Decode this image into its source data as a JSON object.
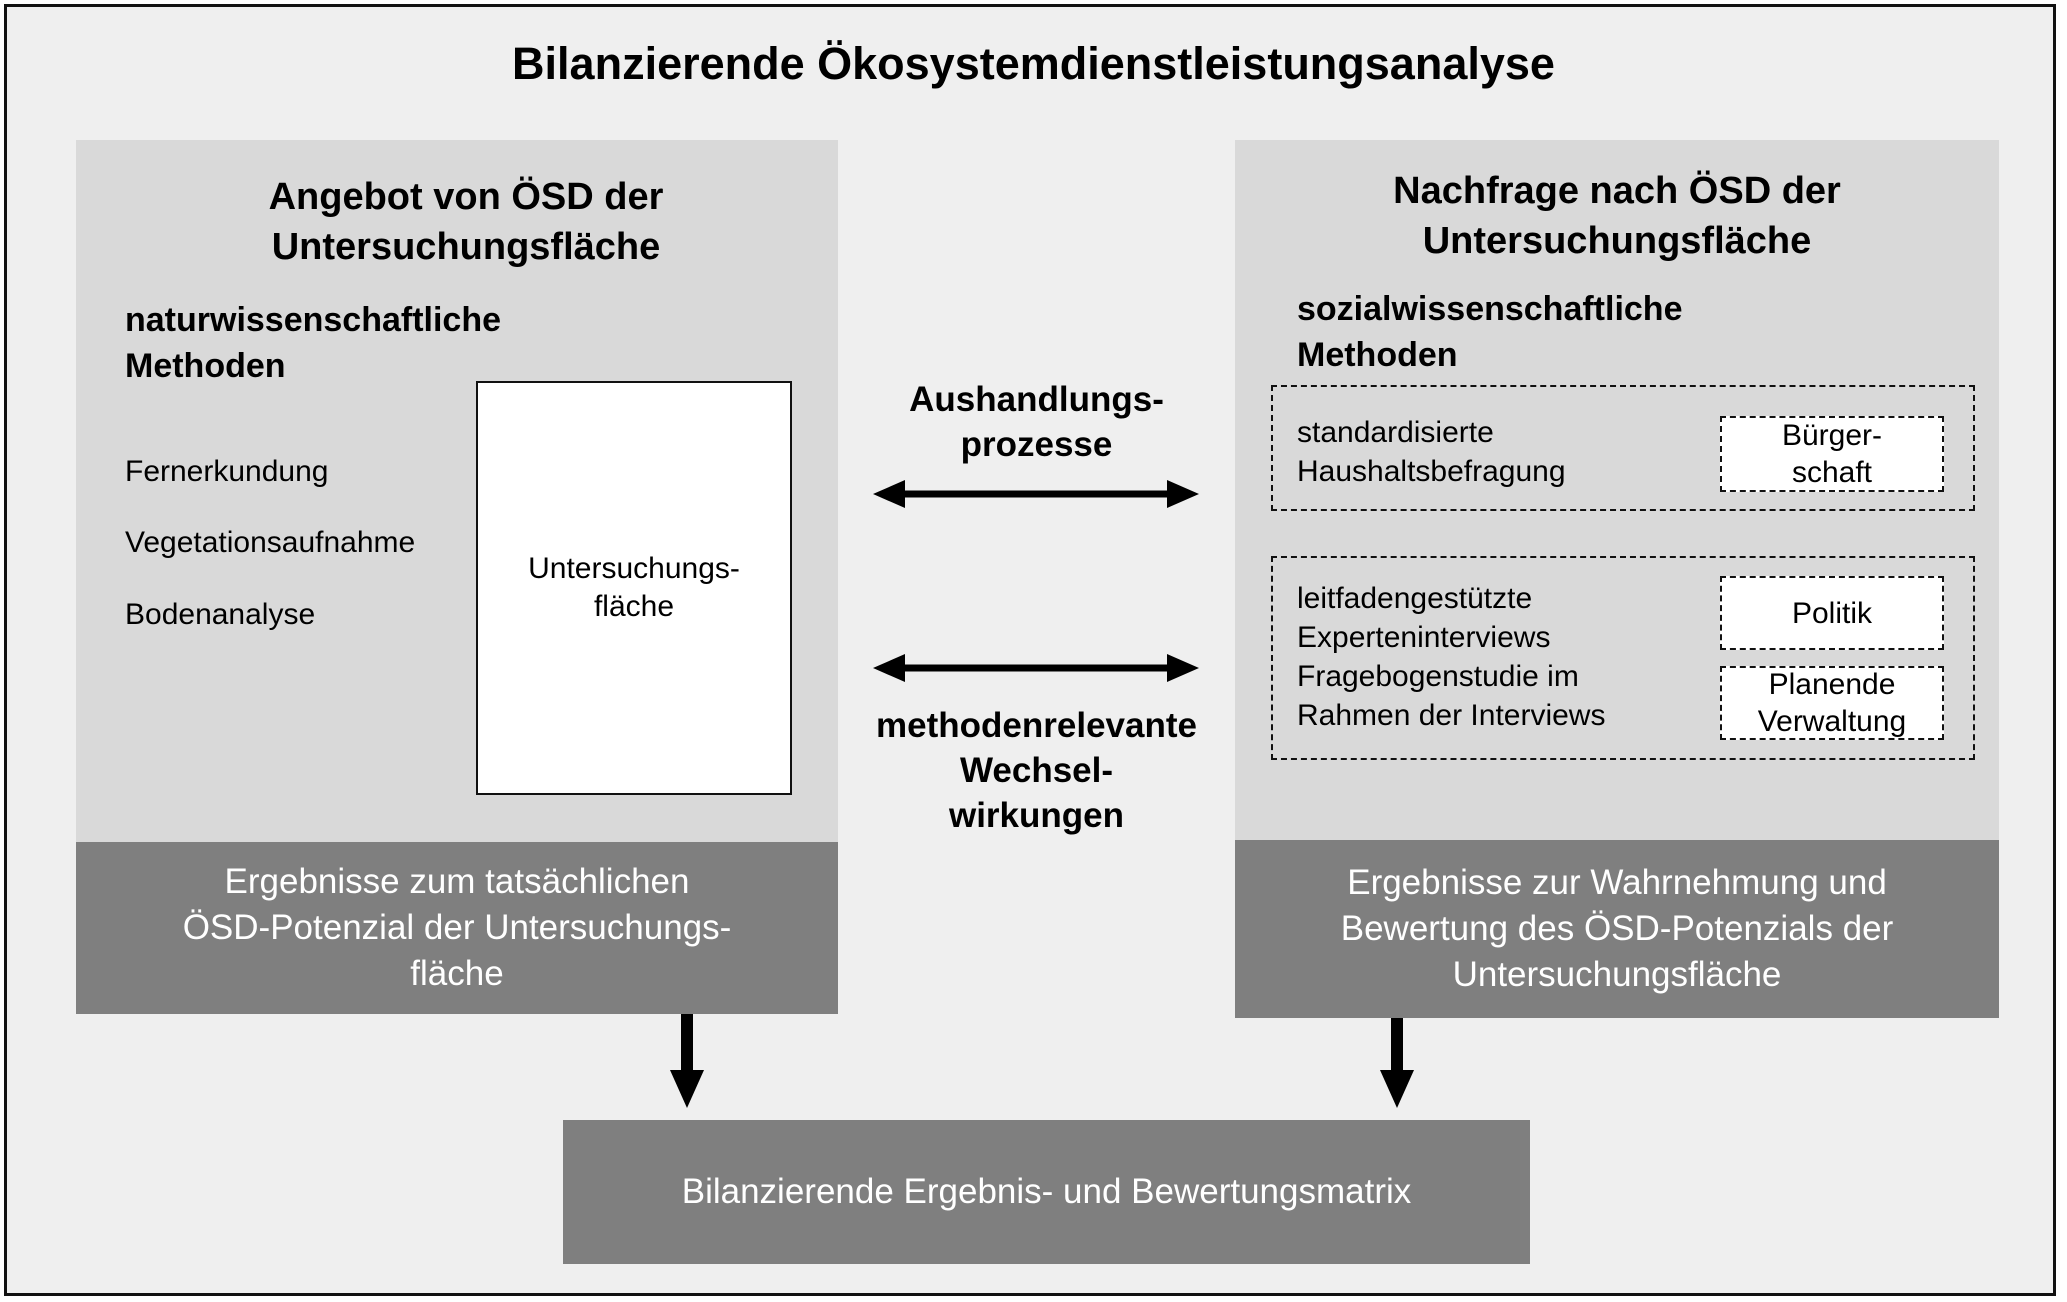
{
  "title": "Bilanzierende Ökosystemdienstleistungsanalyse",
  "left": {
    "heading_line1": "Angebot von ÖSD der",
    "heading_line2": "Untersuchungsfläche",
    "methods_line1": "naturwissenschaftliche",
    "methods_line2": "Methoden",
    "methods": [
      "Fernerkundung",
      "Vegetationsaufnahme",
      "Bodenanalyse"
    ],
    "area_line1": "Untersuchungs-",
    "area_line2": "fläche",
    "result_line1": "Ergebnisse zum tatsächlichen",
    "result_line2": "ÖSD-Potenzial der Untersuchungs-",
    "result_line3": "fläche"
  },
  "right": {
    "heading_line1": "Nachfrage nach ÖSD der",
    "heading_line2": "Untersuchungsfläche",
    "methods_line1": "sozialwissenschaftliche",
    "methods_line2": "Methoden",
    "group1": {
      "line1": "standardisierte",
      "line2": "Haushaltsbefragung",
      "tag_line1": "Bürger-",
      "tag_line2": "schaft"
    },
    "group2": {
      "line1": "leitfadengestützte",
      "line2": "Experteninterviews",
      "line3": "Fragebogenstudie im",
      "line4": "Rahmen der Interviews",
      "tag1": "Politik",
      "tag2_line1": "Planende",
      "tag2_line2": "Verwaltung"
    },
    "result_line1": "Ergebnisse zur Wahrnehmung und",
    "result_line2": "Bewertung des ÖSD-Potenzials der",
    "result_line3": "Untersuchungsfläche"
  },
  "middle": {
    "upper_line1": "Aushandlungs-",
    "upper_line2": "prozesse",
    "lower_line1": "methodenrelevante",
    "lower_line2": "Wechsel-",
    "lower_line3": "wirkungen"
  },
  "bottom": {
    "label": "Bilanzierende Ergebnis- und Bewertungsmatrix"
  },
  "colors": {
    "background": "#efefef",
    "panel": "#d9d9d9",
    "result": "#7f7f7f"
  }
}
